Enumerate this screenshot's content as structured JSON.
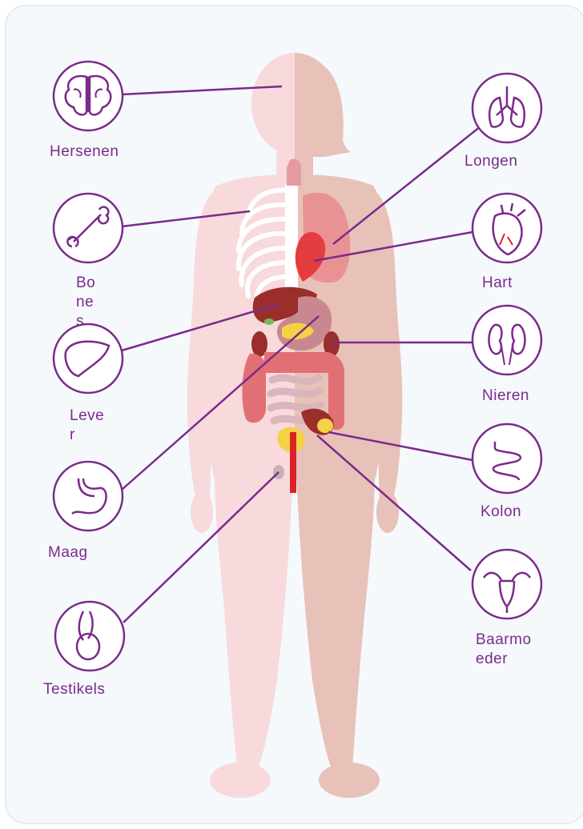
{
  "labels": {
    "hersenen": "Hersenen",
    "bones": "Bones",
    "lever": "Lever",
    "maag": "Maag",
    "testikels": "Testikels",
    "longen": "Longen",
    "hart": "Hart",
    "nieren": "Nieren",
    "kolon": "Kolon",
    "baarmoeder": "Baarmoeder"
  },
  "icons": {
    "hersenen": "brain-icon",
    "bones": "bone-icon",
    "lever": "liver-icon",
    "maag": "stomach-icon",
    "testikels": "testicles-icon",
    "longen": "lungs-icon",
    "hart": "heart-icon",
    "nieren": "kidneys-icon",
    "kolon": "intestine-icon",
    "baarmoeder": "uterus-icon"
  },
  "colors": {
    "accent": "#7b2a8a",
    "body_left": "#f8d9dc",
    "body_right": "#e8c1b8",
    "background": "#f5f9fc"
  }
}
